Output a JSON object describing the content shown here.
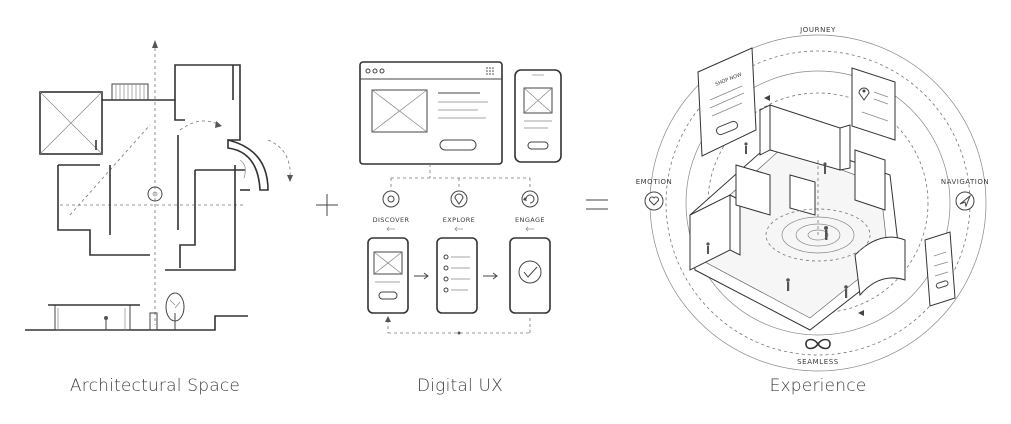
{
  "captions": {
    "architectural": "Architectural Space",
    "digital": "Digital UX",
    "experience": "Experience"
  },
  "operators": {
    "plus": "+",
    "equals": "="
  },
  "ux_steps": [
    "DISCOVER",
    "EXPLORE",
    "ENGAGE"
  ],
  "experience_labels": {
    "top": "JOURNEY",
    "left": "EMOTION",
    "right": "NAVIGATION",
    "bottom": "SEAMLESS"
  },
  "card_text": "SHOP NOW",
  "icons": {
    "emotion": "heart-icon",
    "navigation": "compass-arrow-icon",
    "seamless": "infinity-icon",
    "discover": "eye-icon",
    "explore": "pin-icon",
    "engage": "refresh-icon",
    "engage_screen": "check-icon"
  }
}
